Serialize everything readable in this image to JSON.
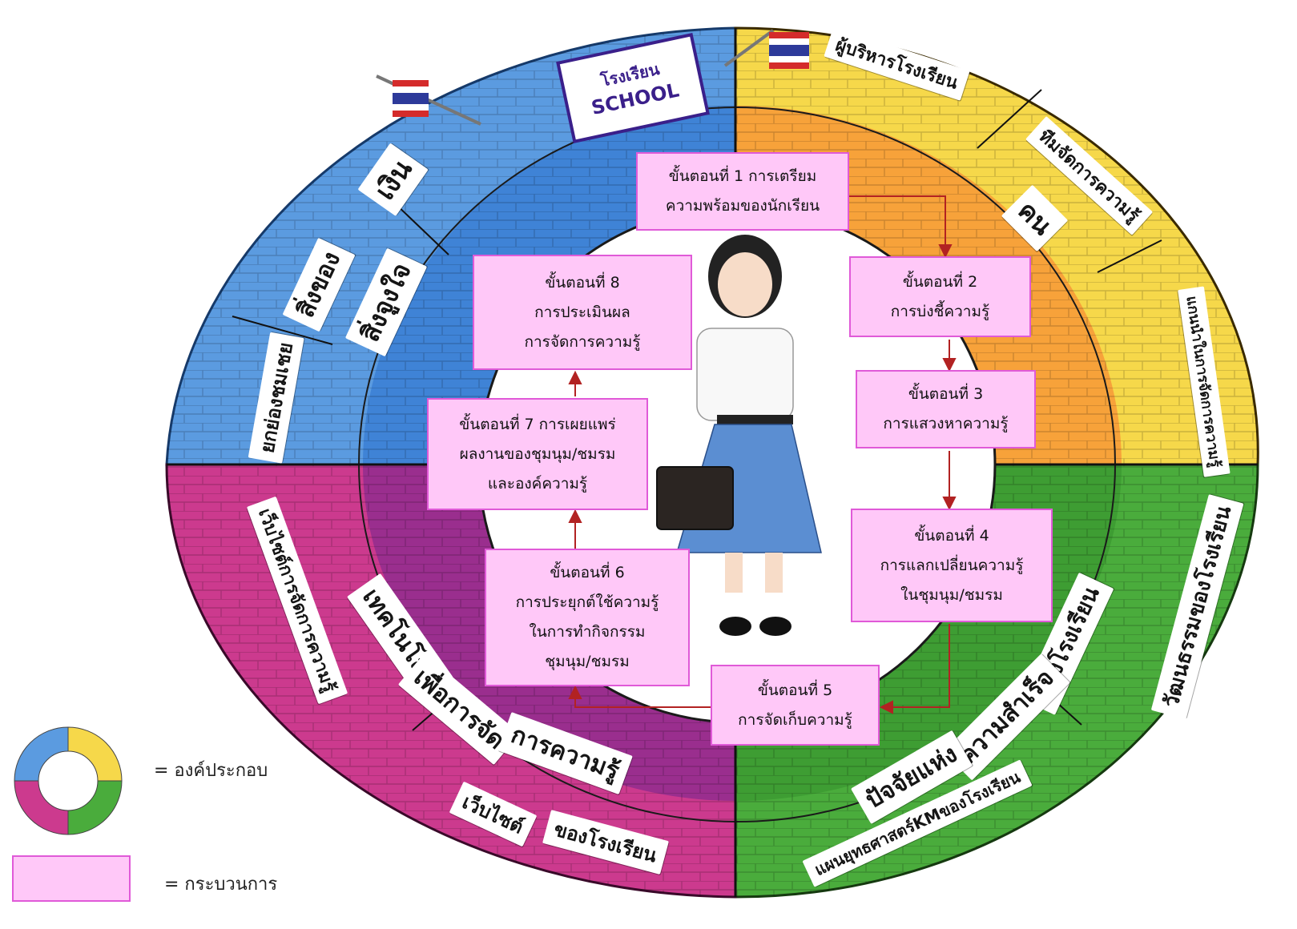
{
  "colors": {
    "blue": "#5b9be0",
    "blue_dark": "#2c66b8",
    "yellow": "#f6d84a",
    "orange": "#f7a23a",
    "green": "#4aac3c",
    "magenta": "#cc3a8e",
    "purple": "#8a2a8e",
    "process_fill": "#ffc8f8",
    "process_border": "#e05ad8",
    "arrow": "#b22222"
  },
  "wheel": {
    "school_sign": [
      "โรงเรียน",
      "SCHOOL"
    ],
    "labels": {
      "money": "เงิน",
      "things": "สิ่งของ",
      "motivation": "สิ่งจูงใจ",
      "praise": "ยกย่องชมเชย",
      "admin": "ผู้บริหารโรงเรียน",
      "km_team": "ทีมจัดการความรู้",
      "people": "คน",
      "km_leader": "แกนนำในการจัดการความรู้",
      "culture": "วัฒนธรรมของโรงเรียน",
      "success_school": "ของโรงเรียน",
      "success": "ความสำเร็จ",
      "factor": "ปัจจัยแห่ง",
      "strategy": "แผนยุทธศาสตร์KMของโรงเรียน",
      "website_km": "เว็บไซต์การจัดการความรู้",
      "tech": "เทคโนโลยี",
      "for_manage": "เพื่อการจัด",
      "management": "การความรู้",
      "website": "เว็บไซต์",
      "of_school": "ของโรงเรียน"
    }
  },
  "steps": [
    {
      "lines": [
        "ขั้นตอนที่ 1 การเตรียม",
        "ความพร้อมของนักเรียน"
      ]
    },
    {
      "lines": [
        "ขั้นตอนที่ 2",
        "การบ่งชี้ความรู้"
      ]
    },
    {
      "lines": [
        "ขั้นตอนที่ 3",
        "การแสวงหาความรู้"
      ]
    },
    {
      "lines": [
        "ขั้นตอนที่ 4",
        "การแลกเปลี่ยนความรู้",
        "ในชุมนุม/ชมรม"
      ]
    },
    {
      "lines": [
        "ขั้นตอนที่ 5",
        "การจัดเก็บความรู้"
      ]
    },
    {
      "lines": [
        "ขั้นตอนที่ 6",
        "การประยุกต์ใช้ความรู้",
        "ในการทำกิจกรรม",
        "ชุมนุม/ชมรม"
      ]
    },
    {
      "lines": [
        "ขั้นตอนที่ 7 การเผยแพร่",
        "ผลงานของชุมนุม/ชมรม",
        "และองค์ความรู้"
      ]
    },
    {
      "lines": [
        "ขั้นตอนที่ 8",
        "การประเมินผล",
        "การจัดการความรู้"
      ]
    }
  ],
  "legend": {
    "component": "= องค์ประกอบ",
    "process": "= กระบวนการ"
  }
}
